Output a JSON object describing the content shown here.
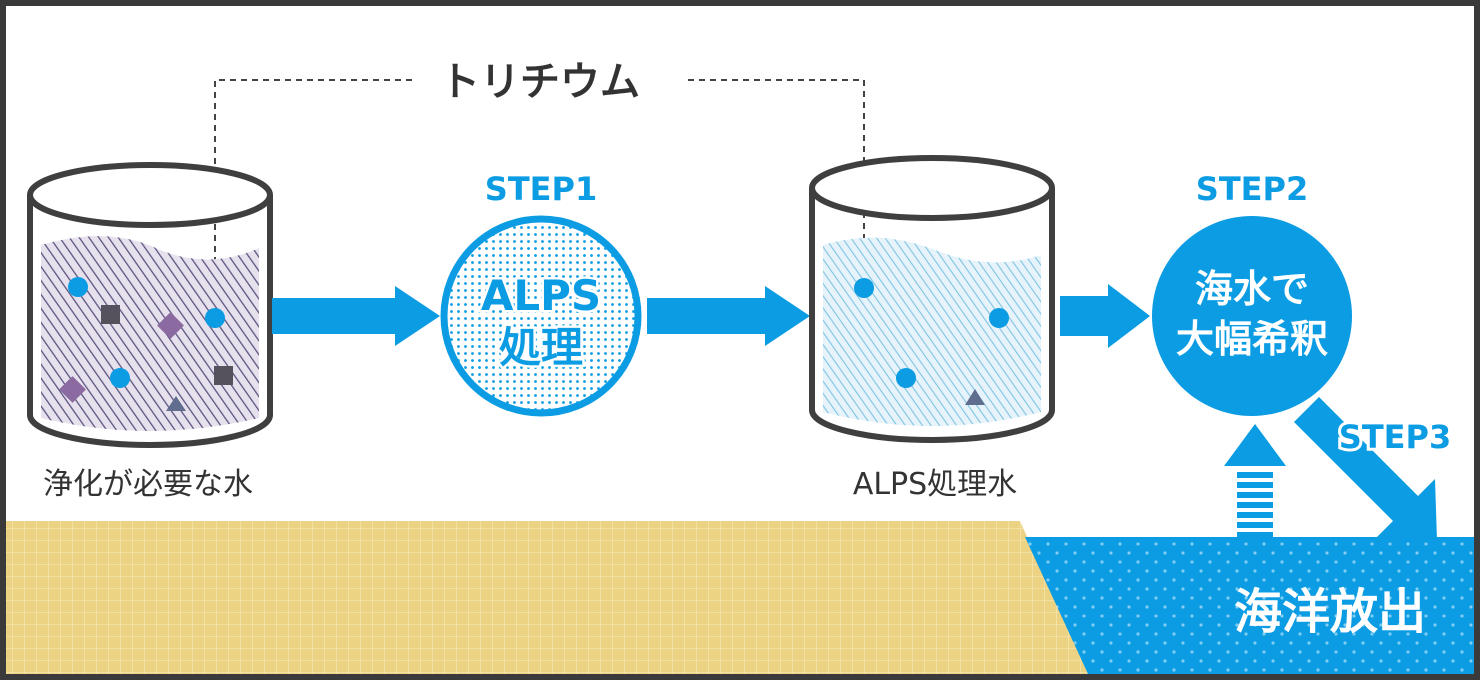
{
  "tritium_label": "トリチウム",
  "step1": {
    "step_label": "STEP1",
    "circle_line1": "ALPS",
    "circle_line2": "処理"
  },
  "step2": {
    "step_label": "STEP2",
    "circle_line1": "海水で",
    "circle_line2": "大幅希釈"
  },
  "step3": {
    "step_label": "STEP3"
  },
  "tank_before_label": "浄化が必要な水",
  "tank_after_label": "ALPS処理水",
  "ocean_label": "海洋放出",
  "colors": {
    "blue": "#0b9ce3",
    "purple": "#8a6aa0",
    "gray_square": "#55525e",
    "triangle": "#5f6d8f",
    "sand": "#ecd283",
    "frame": "#3a3a3a"
  }
}
